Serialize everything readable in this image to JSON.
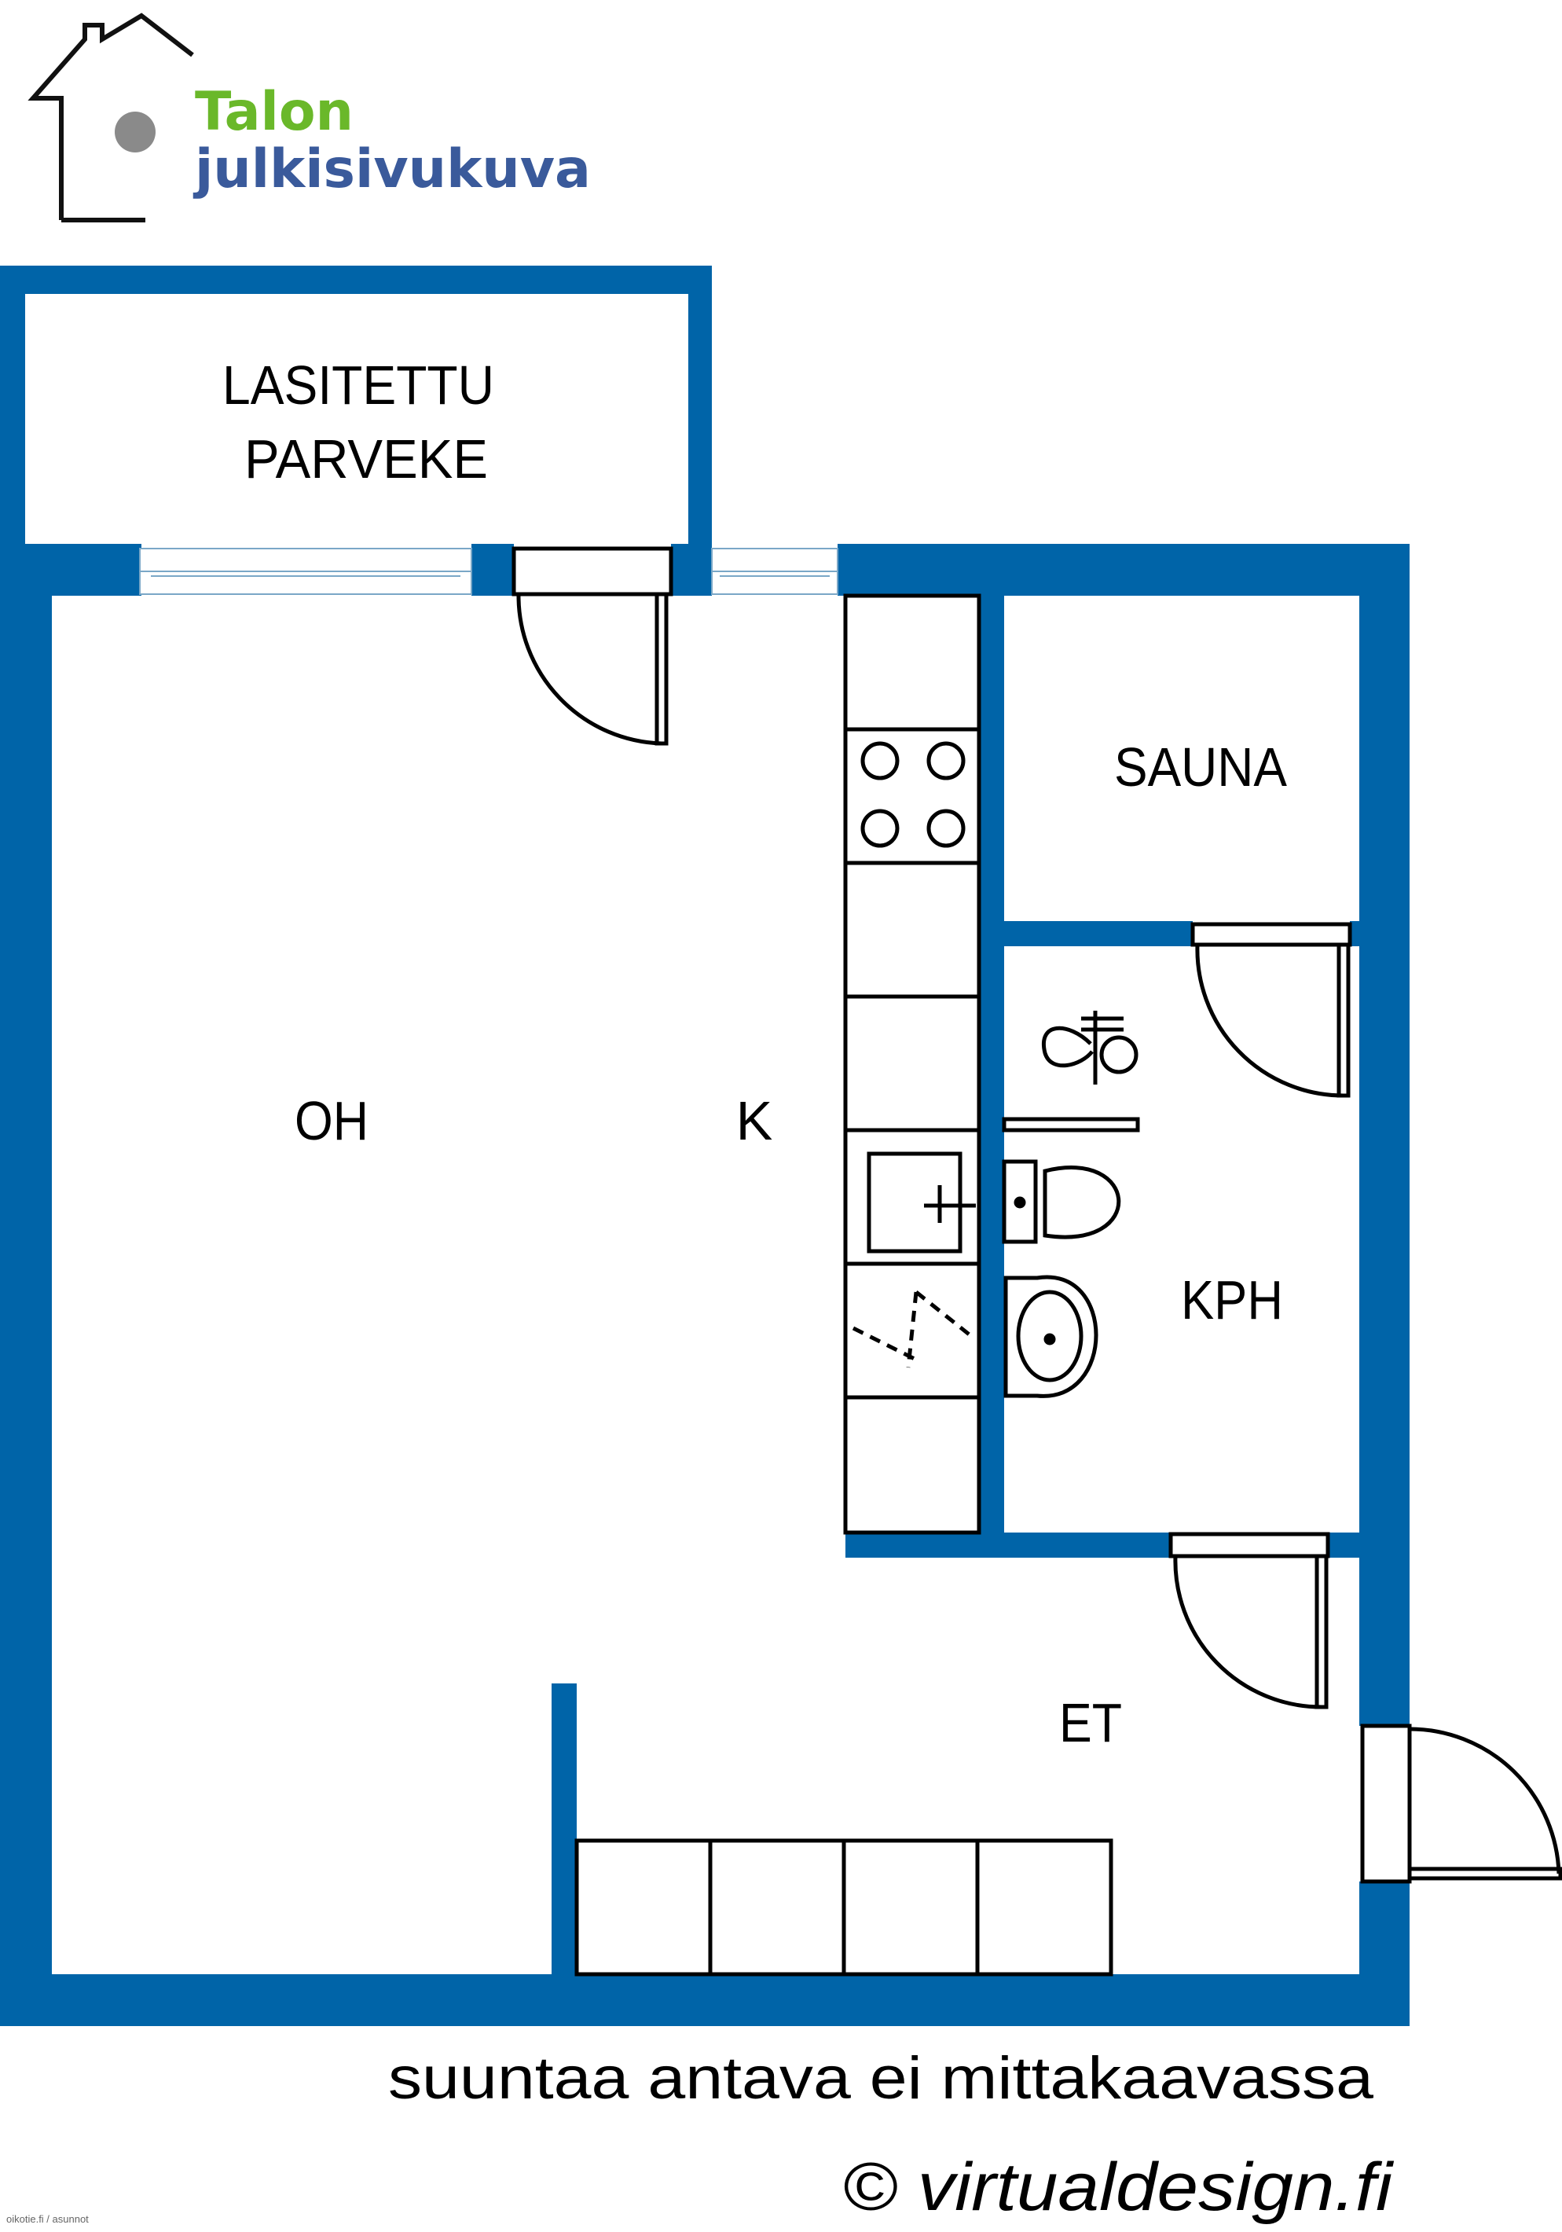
{
  "logo": {
    "line1": "Talon",
    "line2": "julkisivukuva",
    "line1_color": "#6ab82a",
    "line2_color": "#3a5a9b",
    "icon": "house-outline-icon"
  },
  "colors": {
    "wall": "#0064a8",
    "fixture_stroke": "#000000",
    "background": "#ffffff"
  },
  "rooms": {
    "balcony_line1": "LASITETTU",
    "balcony_line2": "PARVEKE",
    "sauna": "SAUNA",
    "living": "OH",
    "kitchen": "K",
    "bathroom": "KPH",
    "hallway": "ET"
  },
  "fixtures": {
    "stove": "stove-icon",
    "sink": "kitchen-sink-icon",
    "dishwasher": "dishwasher-icon",
    "shower": "shower-icon",
    "toilet": "toilet-icon",
    "washbasin": "washbasin-icon"
  },
  "footer": {
    "disclaimer": "suuntaa antava ei mittakaavassa",
    "copyright": "© virtualdesign.fi",
    "source": "oikotie.fi / asunnot"
  }
}
